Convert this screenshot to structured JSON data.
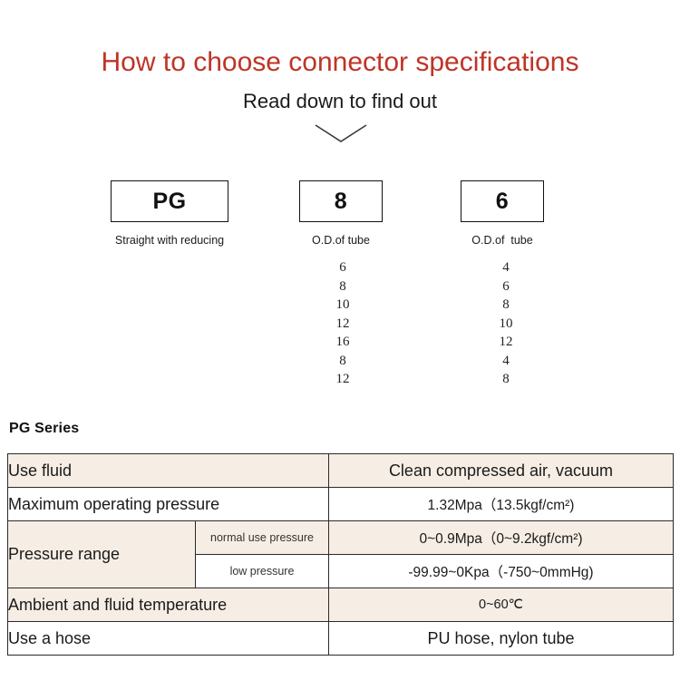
{
  "header": {
    "title": "How to choose connector specifications",
    "subtitle": "Read down to find out",
    "title_color": "#bf3426",
    "chevron_icon": "chevron-down-icon"
  },
  "selector": {
    "boxes": [
      {
        "code": "PG",
        "caption": "Straight with reducing"
      },
      {
        "code": "8",
        "caption": "O.D.of tube"
      },
      {
        "code": "6",
        "caption": "O.D.of  tube"
      }
    ],
    "option_lists": [
      {
        "name": "primary-od-options",
        "values": [
          "6",
          "8",
          "10",
          "12",
          "16",
          "8",
          "12"
        ]
      },
      {
        "name": "secondary-od-options",
        "values": [
          "4",
          "6",
          "8",
          "10",
          "12",
          "4",
          "8"
        ]
      }
    ]
  },
  "spec_section": {
    "series_label": "PG Series",
    "beige": "#f6eee5",
    "rows": [
      {
        "label": "Use fluid",
        "sublabel": null,
        "value": "Clean compressed air, vacuum",
        "shade": "beige",
        "value_size": "normal"
      },
      {
        "label": "Maximum operating pressure",
        "sublabel": null,
        "value": "1.32Mpa（13.5kgf/cm²)",
        "shade": "white",
        "value_size": "small"
      },
      {
        "label": "Pressure range",
        "sublabel": "normal use pressure",
        "value": "0~0.9Mpa（0~9.2kgf/cm²)",
        "shade": "beige",
        "value_size": "small"
      },
      {
        "label": "",
        "sublabel": "low pressure",
        "value": "-99.99~0Kpa（-750~0mmHg)",
        "shade": "white",
        "value_size": "small"
      },
      {
        "label": "Ambient and fluid temperature",
        "sublabel": null,
        "value": "0~60℃",
        "shade": "beige",
        "value_size": "tiny"
      },
      {
        "label": "Use a hose",
        "sublabel": null,
        "value": "PU hose, nylon tube",
        "shade": "white",
        "value_size": "normal"
      }
    ]
  }
}
